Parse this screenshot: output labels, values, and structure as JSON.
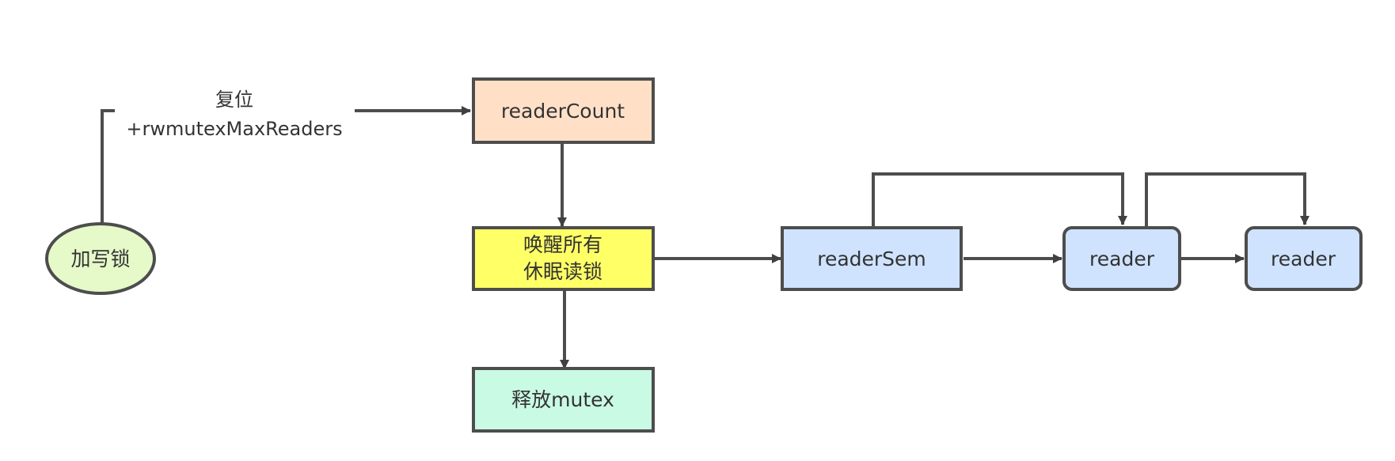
{
  "nodes": {
    "start": {
      "lines": [
        "加写锁"
      ],
      "fill": "#e5f9c9"
    },
    "reader_count": {
      "lines": [
        "readerCount"
      ],
      "fill": "#ffe0c7"
    },
    "wake_all": {
      "lines": [
        "唤醒所有",
        "休眠读锁"
      ],
      "fill": "#ffff66"
    },
    "release_mutex": {
      "lines": [
        "释放mutex"
      ],
      "fill": "#c9fae4"
    },
    "reader_sem": {
      "lines": [
        "readerSem"
      ],
      "fill": "#cfe3ff"
    },
    "reader_1": {
      "lines": [
        "reader"
      ],
      "fill": "#cfe3ff"
    },
    "reader_2": {
      "lines": [
        "reader"
      ],
      "fill": "#cfe3ff"
    }
  },
  "edge_label": {
    "line1": "复位",
    "line2": "+rwmutexMaxReaders"
  },
  "colors": {
    "stroke": "#4d4d4d",
    "text": "#333333"
  }
}
